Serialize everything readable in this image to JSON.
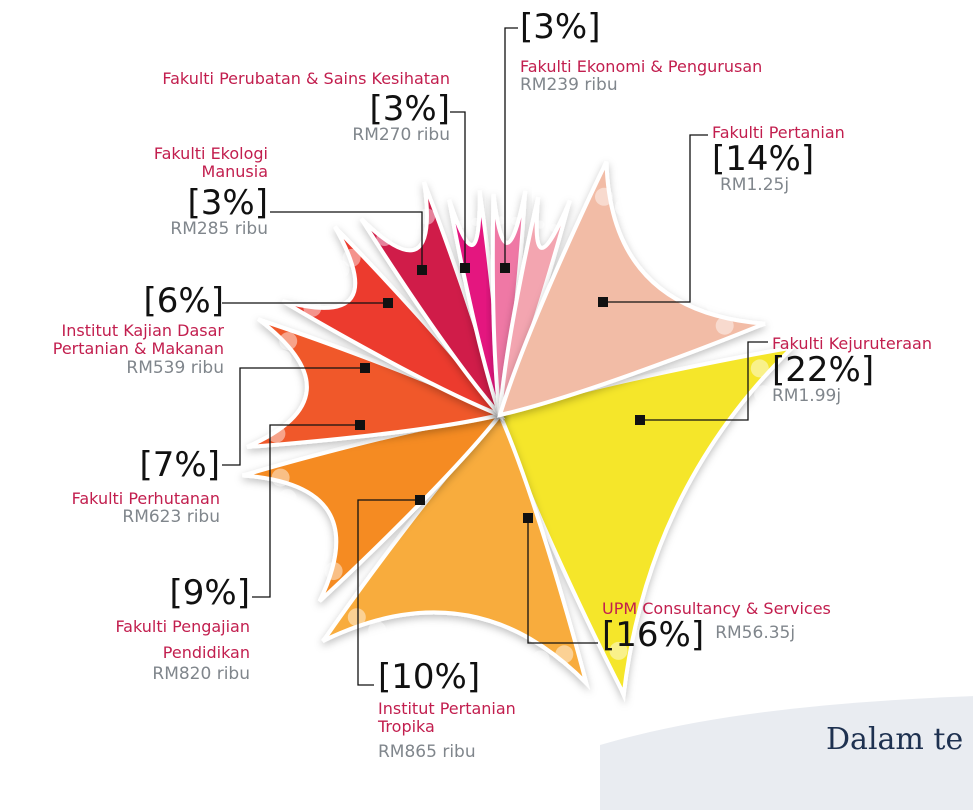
{
  "chart_data": {
    "type": "pie",
    "categories": [
      "Fakulti Kejuruteraan",
      "UPM Consultancy & Services",
      "Institut Pertanian Tropika",
      "Fakulti Pengajian Pendidikan",
      "Fakulti Perhutanan",
      "Institut Kajian Dasar Pertanian & Makanan",
      "Fakulti Ekologi Manusia",
      "Fakulti Perubatan & Sains Kesihatan",
      "Fakulti Ekonomi & Pengurusan",
      "Fakulti Pertanian"
    ],
    "values": [
      22,
      16,
      10,
      9,
      7,
      6,
      3,
      3,
      3,
      14
    ],
    "value_labels": [
      "[22%]",
      "[16%]",
      "[10%]",
      "[9%]",
      "[7%]",
      "[6%]",
      "[3%]",
      "[3%]",
      "[3%]",
      "[14%]"
    ],
    "amounts": [
      "RM1.99j",
      "RM56.35j",
      "RM865 ribu",
      "RM820 ribu",
      "RM623 ribu",
      "RM539 ribu",
      "RM285 ribu",
      "RM270 ribu",
      "RM239 ribu",
      "RM1.25j"
    ],
    "colors": [
      "#f5e62a",
      "#f8ac3c",
      "#f58b22",
      "#f0592a",
      "#ec3a2f",
      "#d01f4a",
      "#e4157f",
      "#ef78a5",
      "#f3a5b0",
      "#f2bca6"
    ]
  },
  "footer": {
    "text": "Dalam te"
  }
}
